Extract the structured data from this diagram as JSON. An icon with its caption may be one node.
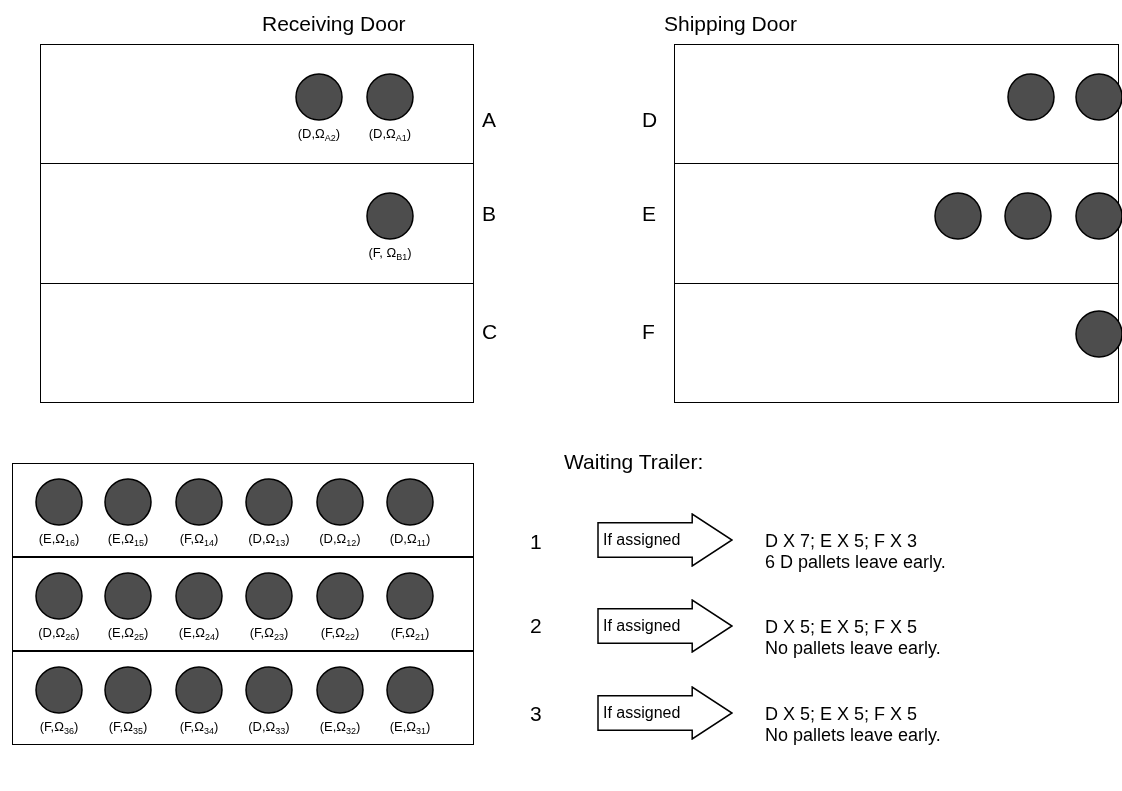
{
  "diagram": {
    "nodes": [
      {
        "text": [],
        "shape": "box",
        "beside": [
          "A"
        ]
      },
      {
        "text": [],
        "shape": "circle",
        "in": 0,
        "beside": [
          "(D,Ω$_{A2}$)"
        ]
      },
      {
        "text": [],
        "shape": "circle",
        "in": 0,
        "beside": [
          "(D,Ω$_{A1}$)"
        ]
      },
      {
        "text": [],
        "shape": "box",
        "beside": [
          "D"
        ]
      },
      {
        "text": [],
        "shape": "circle",
        "in": 3
      },
      {
        "text": [],
        "shape": "circle",
        "in": 3
      },
      {
        "text": [],
        "shape": "box",
        "beside": [
          "B"
        ]
      },
      {
        "text": [],
        "shape": "circle",
        "in": 6,
        "beside": [
          "(F, Ω$_{B1}$)"
        ]
      },
      {
        "text": [],
        "shape": "box",
        "beside": [
          "E"
        ]
      },
      {
        "text": [],
        "shape": "circle",
        "in": 8
      },
      {
        "text": [],
        "shape": "circle",
        "in": 8
      },
      {
        "text": [],
        "shape": "circle",
        "in": 8
      },
      {
        "text": [],
        "shape": "box",
        "beside": [
          "C"
        ]
      },
      {
        "text": [],
        "shape": "box",
        "beside": [
          "F"
        ]
      },
      {
        "text": [],
        "shape": "circle",
        "in": 13
      },
      {
        "text": [],
        "shape": "box",
        "beside": [
          "1"
        ]
      },
      {
        "text": [],
        "shape": "circle",
        "in": 15,
        "beside": [
          "(E,Ω$_{16}$)"
        ]
      },
      {
        "text": [],
        "shape": "circle",
        "in": 15,
        "beside": [
          "(E,Ω$_{15}$)"
        ]
      },
      {
        "text": [],
        "shape": "circle",
        "in": 15,
        "beside": [
          "(F,Ω$_{14}$)"
        ]
      },
      {
        "text": [],
        "shape": "circle",
        "in": 15,
        "beside": [
          "(D,Ω$_{13}$)"
        ]
      },
      {
        "text": [],
        "shape": "circle",
        "in": 15,
        "beside": [
          "(D,Ω$_{12}$)"
        ]
      },
      {
        "text": [],
        "shape": "circle",
        "in": 15,
        "beside": [
          "(D,Ω$_{11}$)"
        ]
      },
      {
        "text": [
          "If assigned"
        ]
      },
      {
        "text": [],
        "shape": "box",
        "beside": [
          "2"
        ]
      },
      {
        "text": [],
        "shape": "circle",
        "in": 23,
        "beside": [
          "(D,Ω$_{26}$)"
        ]
      },
      {
        "text": [],
        "shape": "circle",
        "in": 23,
        "beside": [
          "(E,Ω$_{25}$)"
        ]
      },
      {
        "text": [],
        "shape": "circle",
        "in": 23,
        "beside": [
          "(E,Ω$_{24}$)"
        ]
      },
      {
        "text": [],
        "shape": "circle",
        "in": 23,
        "beside": [
          "(F,Ω$_{23}$)"
        ]
      },
      {
        "text": [],
        "shape": "circle",
        "in": 23,
        "beside": [
          "(F,Ω$_{22}$)"
        ]
      },
      {
        "text": [],
        "shape": "circle",
        "in": 23,
        "beside": [
          "(F,Ω$_{21}$)"
        ]
      },
      {
        "text": [
          "If assigned"
        ]
      },
      {
        "text": [],
        "shape": "box",
        "beside": [
          "3"
        ]
      },
      {
        "text": [],
        "shape": "circle",
        "in": 31,
        "beside": [
          "(F,Ω$_{36}$)"
        ]
      },
      {
        "text": [],
        "shape": "circle",
        "in": 31,
        "beside": [
          "(F,Ω$_{35}$)"
        ]
      },
      {
        "text": [],
        "shape": "circle",
        "in": 31,
        "beside": [
          "(F,Ω$_{34}$)"
        ]
      },
      {
        "text": [],
        "shape": "circle",
        "in": 31,
        "beside": [
          "(D,Ω$_{33}$)"
        ]
      },
      {
        "text": [],
        "shape": "circle",
        "in": 31,
        "beside": [
          "(E,Ω$_{32}$)"
        ]
      },
      {
        "text": [],
        "shape": "circle",
        "in": 31,
        "beside": [
          "(E,Ω$_{31}$)"
        ]
      },
      {
        "text": [
          "If assigned"
        ]
      }
    ],
    "labels": [
      "Receiving Door",
      "Shipping Door",
      "Waiting Trailer:",
      "D X 7; E X 5; F X 3",
      "6 D pallets leave early.",
      "D X 5; E X 5; F X 5",
      "No pallets leave early.",
      "D X 5; E X 5; F X 5",
      "No pallets leave early."
    ]
  }
}
